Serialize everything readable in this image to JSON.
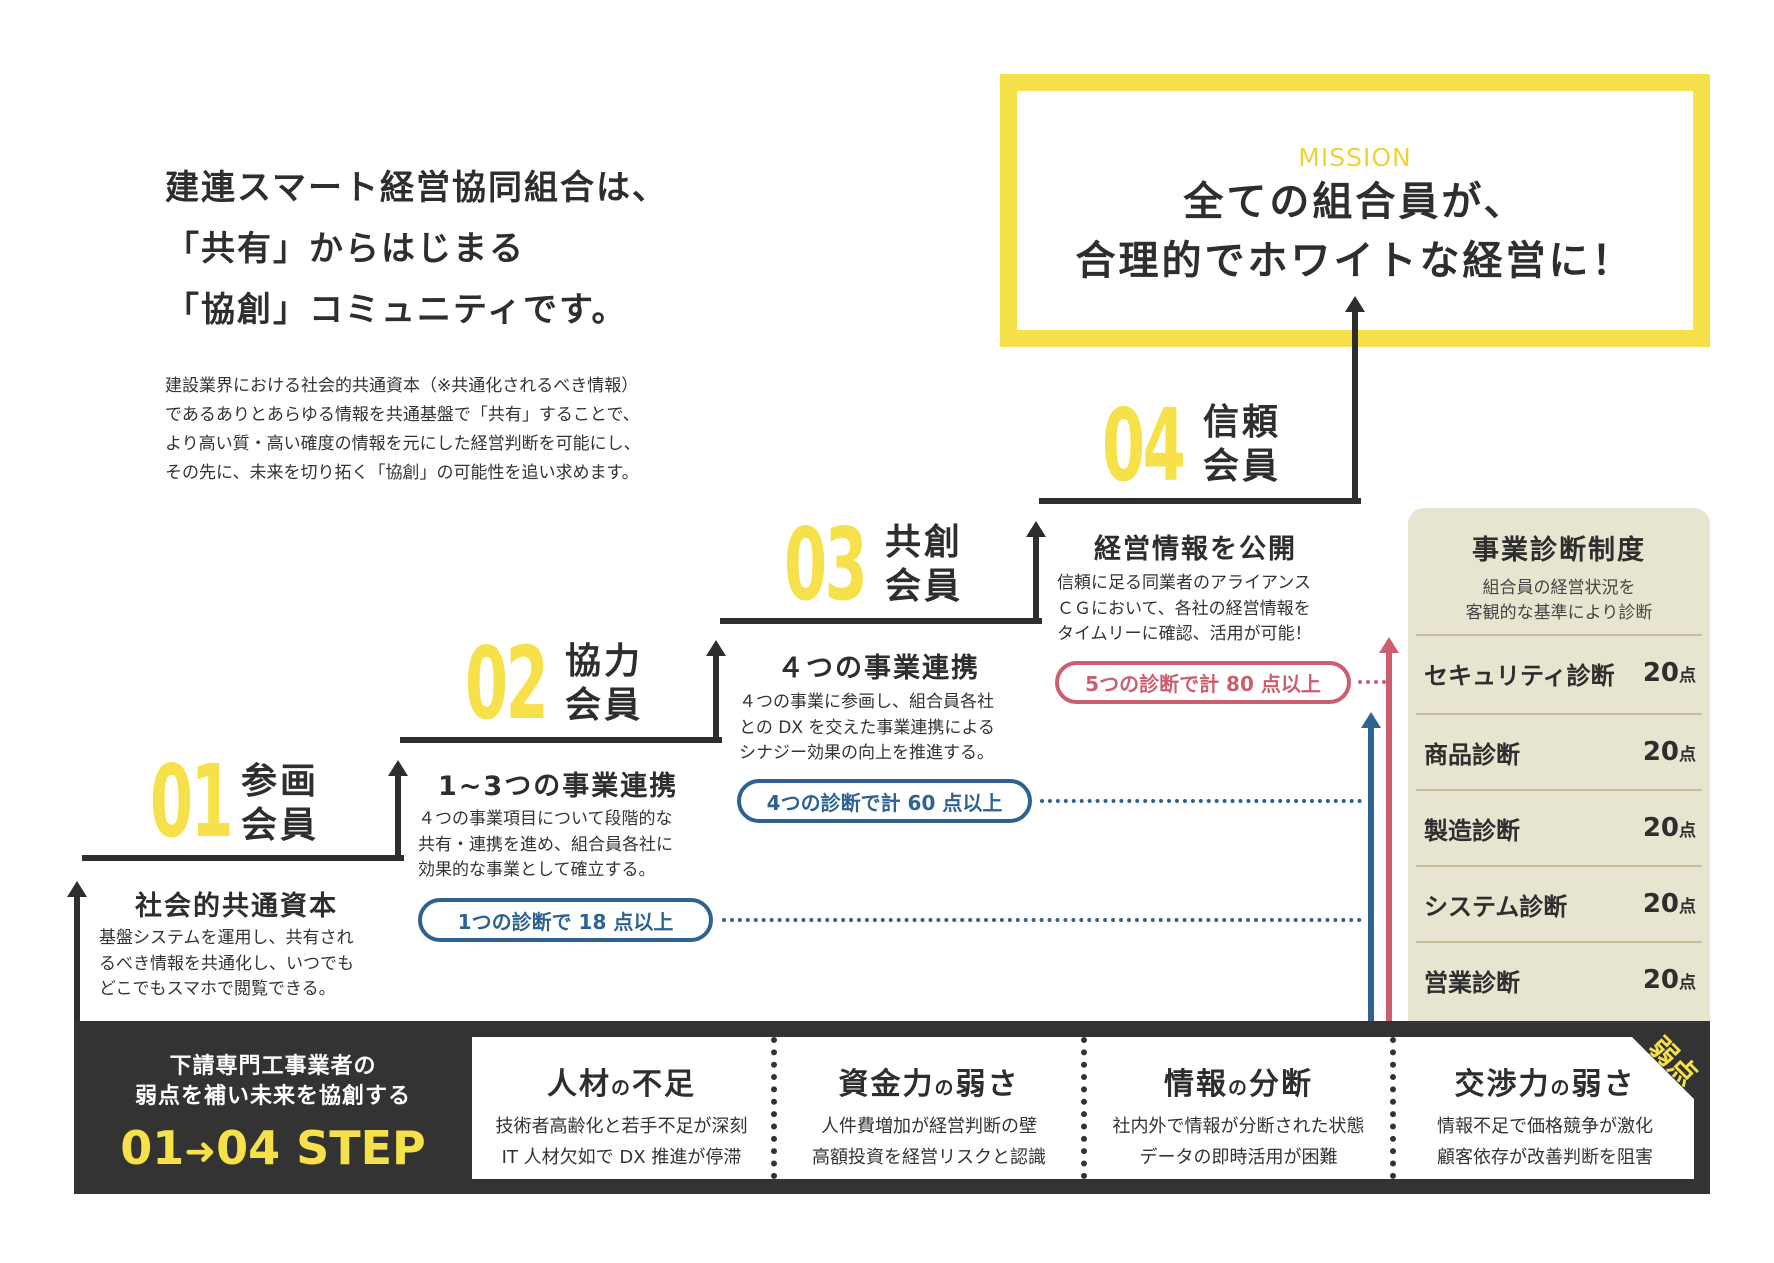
{
  "mission": {
    "label": "MISSION",
    "line1": "全ての組合員が、",
    "line2": "合理的でホワイトな経営に！"
  },
  "headline": {
    "line1": "建連スマート経営協同組合は、",
    "line2": "「共有」からはじまる",
    "line3": "「協創」コミュニティです。"
  },
  "intro": [
    "建設業界における社会的共通資本（※共通化されるべき情報）",
    "であるありとあらゆる情報を共通基盤で「共有」することで、",
    "より高い質・高い確度の情報を元にした経営判断を可能にし、",
    "その先に、未来を切り拓く「協創」の可能性を追い求めます。"
  ],
  "steps": [
    {
      "number": "01",
      "label1": "参画",
      "label2": "会員"
    },
    {
      "number": "02",
      "label1": "協力",
      "label2": "会員"
    },
    {
      "number": "03",
      "label1": "共創",
      "label2": "会員"
    },
    {
      "number": "04",
      "label1": "信頼",
      "label2": "会員"
    }
  ],
  "blocks": [
    {
      "title": "社会的共通資本",
      "body": [
        "基盤システムを運用し、共有され",
        "るべき情報を共通化し、いつでも",
        "どこでもスマホで閲覧できる。"
      ]
    },
    {
      "title": "1~3つの事業連携",
      "body": [
        "４つの事業項目について段階的な",
        "共有・連携を進め、組合員各社に",
        "効果的な事業として確立する。"
      ],
      "pill": "1つの診断で 18 点以上"
    },
    {
      "title": "４つの事業連携",
      "body": [
        "４つの事業に参画し、組合員各社",
        "との DX を交えた事業連携による",
        "シナジー効果の向上を推進する。"
      ],
      "pill": "4つの診断で計 60 点以上"
    },
    {
      "title": "経営情報を公開",
      "body": [
        "信頼に足る同業者のアライアンス",
        "ＣＧにおいて、各社の経営情報を",
        "タイムリーに確認、活用が可能！"
      ],
      "pill": "5つの診断で計 80 点以上"
    }
  ],
  "diagnosis": {
    "title": "事業診断制度",
    "sub1": "組合員の経営状況を",
    "sub2": "客観的な基準により診断",
    "rows": [
      {
        "label": "セキュリティ診断",
        "value": "20",
        "unit": "点"
      },
      {
        "label": "商品診断",
        "value": "20",
        "unit": "点"
      },
      {
        "label": "製造診断",
        "value": "20",
        "unit": "点"
      },
      {
        "label": "システム診断",
        "value": "20",
        "unit": "点"
      },
      {
        "label": "営業診断",
        "value": "20",
        "unit": "点"
      }
    ]
  },
  "band": {
    "line1": "下請専門工事業者の",
    "line2": "弱点を補い未来を協創する",
    "step_from": "01",
    "step_to": "04 STEP",
    "weak_tag": "弱点"
  },
  "weaknesses": [
    {
      "a": "人材",
      "of": "の",
      "b": "不足",
      "body": [
        "技術者高齢化と若手不足が深刻",
        "IT 人材欠如で DX 推進が停滞"
      ]
    },
    {
      "a": "資金力",
      "of": "の",
      "b": "弱さ",
      "body": [
        "人件費増加が経営判断の壁",
        "高額投資を経営リスクと認識"
      ]
    },
    {
      "a": "情報",
      "of": "の",
      "b": "分断",
      "body": [
        "社内外で情報が分断された状態",
        "データの即時活用が困難"
      ]
    },
    {
      "a": "交渉力",
      "of": "の",
      "b": "弱さ",
      "body": [
        "情報不足で価格競争が激化",
        "顧客依存が改善判断を阻害"
      ]
    }
  ],
  "colors": {
    "yellow": "#F7E14B",
    "blue": "#2E6290",
    "pink": "#CC5F6F",
    "dark": "#333333",
    "panel": "#E7E4D0"
  }
}
